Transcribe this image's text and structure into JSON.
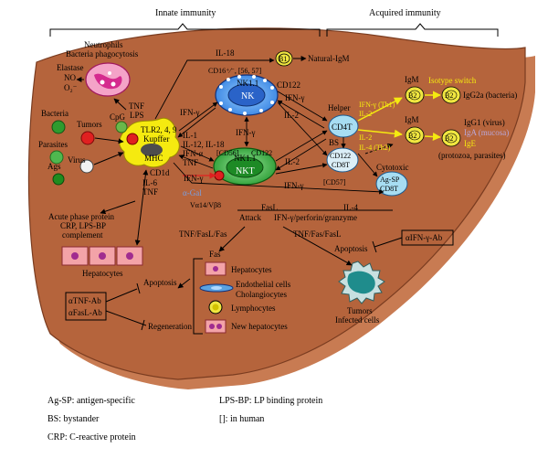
{
  "header": {
    "innate": "Innate immunity",
    "acquired": "Acquired immunity"
  },
  "colors": {
    "liver": "#b5643c",
    "liver_dark": "#8a4528",
    "liver_top": "#c87b52",
    "nk_blue": "#3f8fe8",
    "nkt_green": "#34b040",
    "kupffer_yellow": "#f5ea10",
    "tcell_lightblue": "#a7ddf2",
    "b_yellow": "#f0e640",
    "tumor_teal": "#1f8c8c",
    "hep_pink": "#f3a3a8",
    "arrow_yellow": "#f5ea10",
    "neutrophil_magenta": "#d52a8e"
  },
  "cells": {
    "neutrophils": "Neutrophils",
    "phago": "Bacteria phagocytosis",
    "elastase": "Elastase",
    "no": "NO",
    "o2": "O₂⁻",
    "tnf": "TNF",
    "lps": "LPS",
    "cpg": "CpG",
    "bacteria": "Bacteria",
    "tumors": "Tumors",
    "parasites": "Parasites",
    "ags": "Ags",
    "virus": "Virus",
    "tlr": "TLR2, 4, 9",
    "kupffer": "Kupffer",
    "mhc": "MHC",
    "nk_top": "NK1.1",
    "nk": "NK",
    "nkt_top": "NK1.1",
    "nkt": "NKT",
    "b1": "B1",
    "natural_igm": "Natural-IgM",
    "helper": "Helper",
    "cd4t": "CD4T",
    "bs": "BS",
    "cd122": "CD122",
    "cd8t": "CD8T",
    "cytotoxic": "Cytotoxic",
    "agsp": "Ag-SP",
    "cd8t2": "CD8T",
    "b2": "B2",
    "igm1": "IgM",
    "isotype": "Isotype switch",
    "igg2a": "IgG2a (bacteria)",
    "igm2": "IgM",
    "igg1": "IgG1 (virus)",
    "iga": "IgA (mucosa)",
    "ige": "IgE",
    "protozoa": "(protozoa, parasites)",
    "acute": "Acute phase protein",
    "crp": "CRP, LPS-BP",
    "complement": "complement",
    "hepatocytes": "Hepatocytes",
    "tumors_infected1": "Tumors",
    "tumors_infected2": "Infected cells"
  },
  "arrows": {
    "il18": "IL-18",
    "cd16": "CD16⁺⁄⁻, [56, 57]",
    "ifn1": "IFN-γ",
    "cd122a": "CD122",
    "ifn2": "IFN-γ",
    "il2a": "IL-2",
    "ifn3": "IFN-γ",
    "il1": "IL-1",
    "il12": "IL-12, IL-18",
    "ifna": "IFN-α",
    "tnf2": "TNF",
    "cd1d": "CD1d",
    "il6": "IL-6",
    "tnf3": "TNF",
    "agal": "α-Gal",
    "ifn4": "IFN-γ",
    "cd56": "[CD56]",
    "cd122b": "CD122",
    "il2b": "IL-2",
    "ifn5": "IFN-γ",
    "cd57": "[CD57]",
    "va14": "Vα14/Vβ8",
    "fasl": "FasL",
    "il4": "IL-4",
    "th1a": "IFN-γ (Th1)",
    "th1b": "IL-2",
    "th2a": "IL-2",
    "th2b": "IL-4 (Th2)",
    "attack": "Attack",
    "perforin": "IFN-γ/perforin/granzyme",
    "tnffas1": "TNF/FasL/Fas",
    "tnffas2": "TNF/Fas/FasL",
    "apoptosis1": "Apoptosis",
    "aifn": "αIFN-γ-Ab",
    "atnf": "αTNF-Ab",
    "afasl": "αFasL-Ab",
    "apoptosis2": "Apoptosis",
    "regeneration": "Regeneration"
  },
  "legend_box": {
    "fas": "Fas",
    "hepatocytes": "Hepatocytes",
    "endothelial": "Endothelial cells",
    "cholangio": "Cholangiocytes",
    "lymph": "Lymphocytes",
    "newhep": "New hepatocytes"
  },
  "footer": {
    "agsp": "Ag-SP: antigen-specific",
    "bs": "BS: bystander",
    "crp": "CRP: C-reactive protein",
    "lpsbp": "LPS-BP: LP binding protein",
    "human": "[]: in human"
  }
}
